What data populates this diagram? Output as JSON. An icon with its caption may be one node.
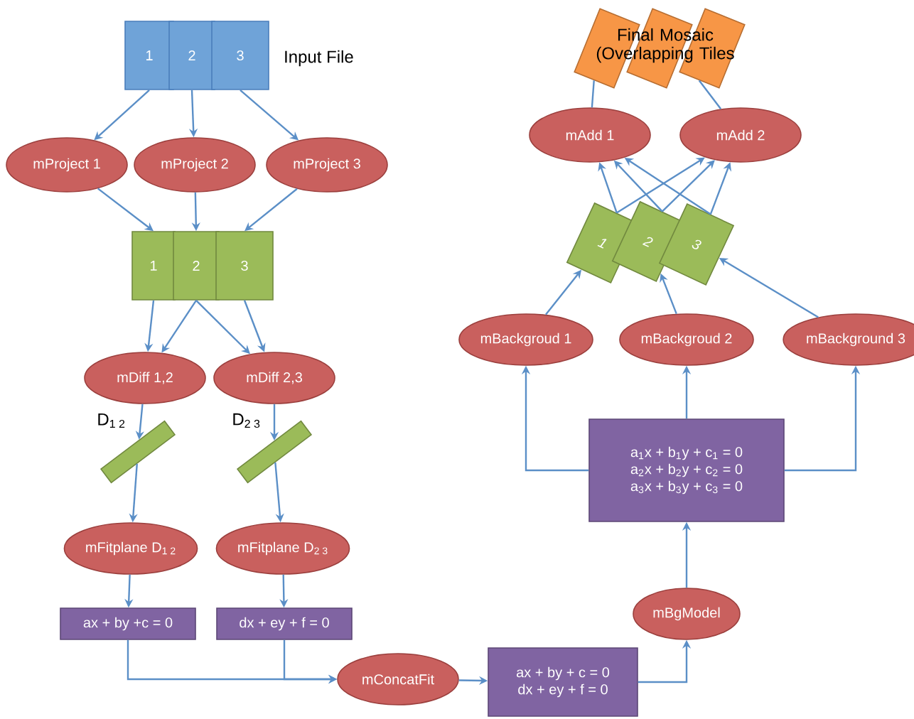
{
  "diagram": {
    "nodes": [
      {
        "text": [
          "1"
        ]
      },
      {
        "text": [
          "2"
        ]
      },
      {
        "text": [
          "3"
        ],
        "beside": [
          "Input File"
        ]
      },
      {
        "text": [
          "mProject 1"
        ]
      },
      {
        "text": [
          "mProject 2"
        ]
      },
      {
        "text": [
          "mProject 3"
        ]
      },
      {
        "text": [
          "1"
        ]
      },
      {
        "text": [
          "2"
        ]
      },
      {
        "text": [
          "3"
        ]
      },
      {
        "text": [
          "mDiff 1,2"
        ]
      },
      {
        "text": [
          "mDiff 2,3"
        ]
      },
      {
        "text": [],
        "shape": "box",
        "beside": [
          "D$_{1 2}$"
        ]
      },
      {
        "text": [],
        "shape": "box",
        "beside": [
          "D$_{2 3}$"
        ]
      },
      {
        "text": [
          "mFitplane D$_{1 2}$"
        ]
      },
      {
        "text": [
          "mFitplane D$_{2 3}$"
        ]
      },
      {
        "text": [
          "ax + by +c = 0"
        ]
      },
      {
        "text": [
          "dx + ey + f = 0"
        ]
      },
      {
        "text": [
          "mConcatFit"
        ]
      },
      {
        "text": [
          "ax + by + c = 0",
          "dx + ey + f = 0"
        ]
      },
      {
        "text": [
          "mBgModel"
        ]
      },
      {
        "text": [
          "a$_{1}$x + b$_{1}$y + c$_{1}$ = 0",
          "a$_{2}$x + b$_{2}$y + c$_{2}$ = 0",
          "a$_{3}$x + b$_{3}$y + c$_{3}$ = 0"
        ]
      },
      {
        "text": [
          "mBackgroud 1"
        ]
      },
      {
        "text": [
          "mBackgroud 2"
        ]
      },
      {
        "text": [
          "mBackground 3"
        ]
      },
      {
        "text": [
          "*1*"
        ]
      },
      {
        "text": [
          "*2*"
        ]
      },
      {
        "text": [
          "*3*"
        ]
      },
      {
        "text": [
          "mAdd 1"
        ]
      },
      {
        "text": [
          "mAdd 2"
        ]
      },
      {
        "text": [],
        "shape": "box"
      },
      {
        "text": [],
        "shape": "box"
      },
      {
        "text": [],
        "shape": "box"
      }
    ],
    "edges": [
      {
        "from": 0,
        "to": 3,
        "arrow": "to"
      },
      {
        "from": 1,
        "to": 4,
        "arrow": "to"
      },
      {
        "from": 2,
        "to": 5,
        "arrow": "to"
      },
      {
        "from": 3,
        "to": 6,
        "arrow": "to"
      },
      {
        "from": 4,
        "to": 7,
        "arrow": "to"
      },
      {
        "from": 5,
        "to": 8,
        "arrow": "to"
      },
      {
        "from": 6,
        "to": 9,
        "arrow": "to"
      },
      {
        "from": 7,
        "to": 9,
        "arrow": "to"
      },
      {
        "from": 7,
        "to": 10,
        "arrow": "to"
      },
      {
        "from": 8,
        "to": 10,
        "arrow": "to"
      },
      {
        "from": 9,
        "to": 11,
        "arrow": "to"
      },
      {
        "from": 10,
        "to": 12,
        "arrow": "to"
      },
      {
        "from": 11,
        "to": 13,
        "arrow": "to"
      },
      {
        "from": 12,
        "to": 14,
        "arrow": "to"
      },
      {
        "from": 13,
        "to": 15,
        "arrow": "to"
      },
      {
        "from": 14,
        "to": 16,
        "arrow": "to"
      },
      {
        "from": 15,
        "to": 17,
        "arrow": "to"
      },
      {
        "from": 16,
        "to": 17,
        "arrow": "to"
      },
      {
        "from": 17,
        "to": 18,
        "arrow": "to"
      },
      {
        "from": 18,
        "to": 19,
        "arrow": "to"
      },
      {
        "from": 19,
        "to": 20,
        "arrow": "to"
      },
      {
        "from": 20,
        "to": 21,
        "arrow": "to"
      },
      {
        "from": 20,
        "to": 22,
        "arrow": "to"
      },
      {
        "from": 20,
        "to": 23,
        "arrow": "to"
      },
      {
        "from": 21,
        "to": 24,
        "arrow": "to"
      },
      {
        "from": 22,
        "to": 25,
        "arrow": "to"
      },
      {
        "from": 23,
        "to": 26,
        "arrow": "to"
      },
      {
        "from": 24,
        "to": 27,
        "arrow": "to"
      },
      {
        "from": 25,
        "to": 27,
        "arrow": "to"
      },
      {
        "from": 26,
        "to": 27,
        "arrow": "to"
      },
      {
        "from": 24,
        "to": 28,
        "arrow": "to"
      },
      {
        "from": 25,
        "to": 28,
        "arrow": "to"
      },
      {
        "from": 26,
        "to": 28,
        "arrow": "to"
      },
      {
        "from": 27,
        "to": 29,
        "arrow": "none"
      },
      {
        "from": 28,
        "to": 31,
        "arrow": "none"
      }
    ],
    "labels": [
      "Final Mosaic (Overlapping Tiles"
    ]
  }
}
